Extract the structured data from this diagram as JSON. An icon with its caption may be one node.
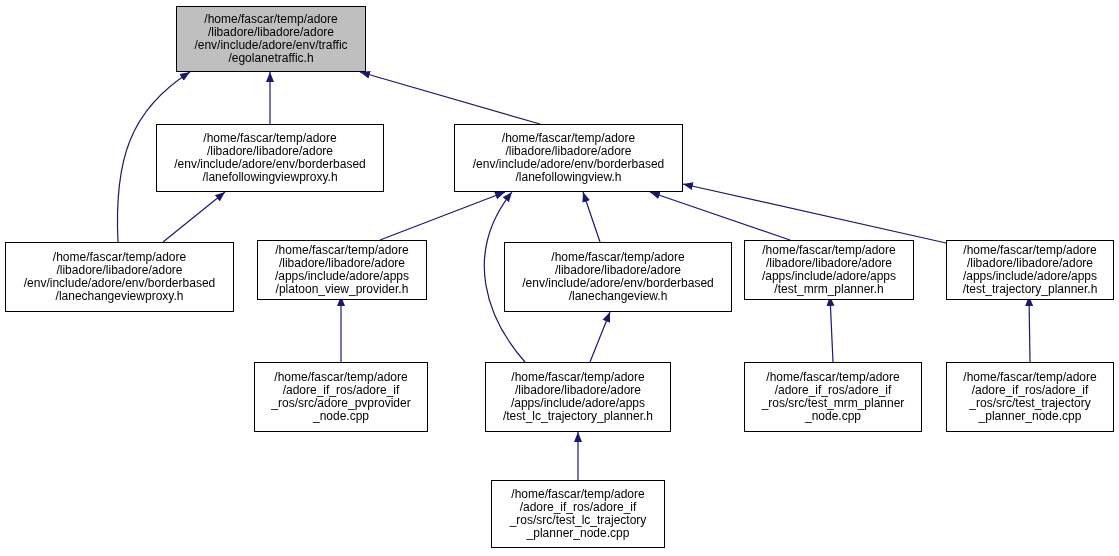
{
  "diagram": {
    "nodes": [
      {
        "text": [
          "/home/fascar/temp/adore /libadore/libadore/adore /env/include/adore/env/traffic /egolanetraffic.h"
        ]
      },
      {
        "text": [
          "/home/fascar/temp/adore /libadore/libadore/adore /env/include/adore/env/borderbased /lanefollowingviewproxy.h"
        ]
      },
      {
        "text": [
          "/home/fascar/temp/adore /libadore/libadore/adore /env/include/adore/env/borderbased /lanefollowingview.h"
        ]
      },
      {
        "text": [
          "/home/fascar/temp/adore /libadore/libadore/adore /env/include/adore/env/borderbased /lanechangeviewproxy.h"
        ]
      },
      {
        "text": [
          "/home/fascar/temp/adore /libadore/libadore/adore /apps/include/adore/apps /platoon_view_provider.h"
        ]
      },
      {
        "text": [
          "/home/fascar/temp/adore /libadore/libadore/adore /env/include/adore/env/borderbased /lanechangeview.h"
        ]
      },
      {
        "text": [
          "/home/fascar/temp/adore /libadore/libadore/adore /apps/include/adore/apps /test_mrm_planner.h"
        ]
      },
      {
        "text": [
          "/home/fascar/temp/adore /libadore/libadore/adore /apps/include/adore/apps /test_trajectory_planner.h"
        ]
      },
      {
        "text": [
          "/home/fascar/temp/adore /adore_if_ros/adore_if _ros/src/adore_pvprovider _node.cpp"
        ]
      },
      {
        "text": [
          "/home/fascar/temp/adore /libadore/libadore/adore /apps/include/adore/apps /test_lc_trajectory_planner.h"
        ]
      },
      {
        "text": [
          "/home/fascar/temp/adore /adore_if_ros/adore_if _ros/src/test_mrm_planner _node.cpp"
        ]
      },
      {
        "text": [
          "/home/fascar/temp/adore /adore_if_ros/adore_if _ros/src/test_trajectory _planner_node.cpp"
        ]
      },
      {
        "text": [
          "/home/fascar/temp/adore /adore_if_ros/adore_if _ros/src/test_lc_trajectory _planner_node.cpp"
        ]
      }
    ],
    "edges": [
      {
        "from": 3,
        "to": 0,
        "arrow": "to"
      },
      {
        "from": 1,
        "to": 0,
        "arrow": "to"
      },
      {
        "from": 2,
        "to": 0,
        "arrow": "to"
      },
      {
        "from": 3,
        "to": 1,
        "arrow": "to"
      },
      {
        "from": 4,
        "to": 2,
        "arrow": "to"
      },
      {
        "from": 9,
        "to": 2,
        "arrow": "to"
      },
      {
        "from": 5,
        "to": 2,
        "arrow": "to"
      },
      {
        "from": 6,
        "to": 2,
        "arrow": "to"
      },
      {
        "from": 7,
        "to": 2,
        "arrow": "to"
      },
      {
        "from": 8,
        "to": 4,
        "arrow": "to"
      },
      {
        "from": 9,
        "to": 5,
        "arrow": "to"
      },
      {
        "from": 10,
        "to": 6,
        "arrow": "to"
      },
      {
        "from": 11,
        "to": 7,
        "arrow": "to"
      },
      {
        "from": 12,
        "to": 9,
        "arrow": "to"
      }
    ]
  }
}
